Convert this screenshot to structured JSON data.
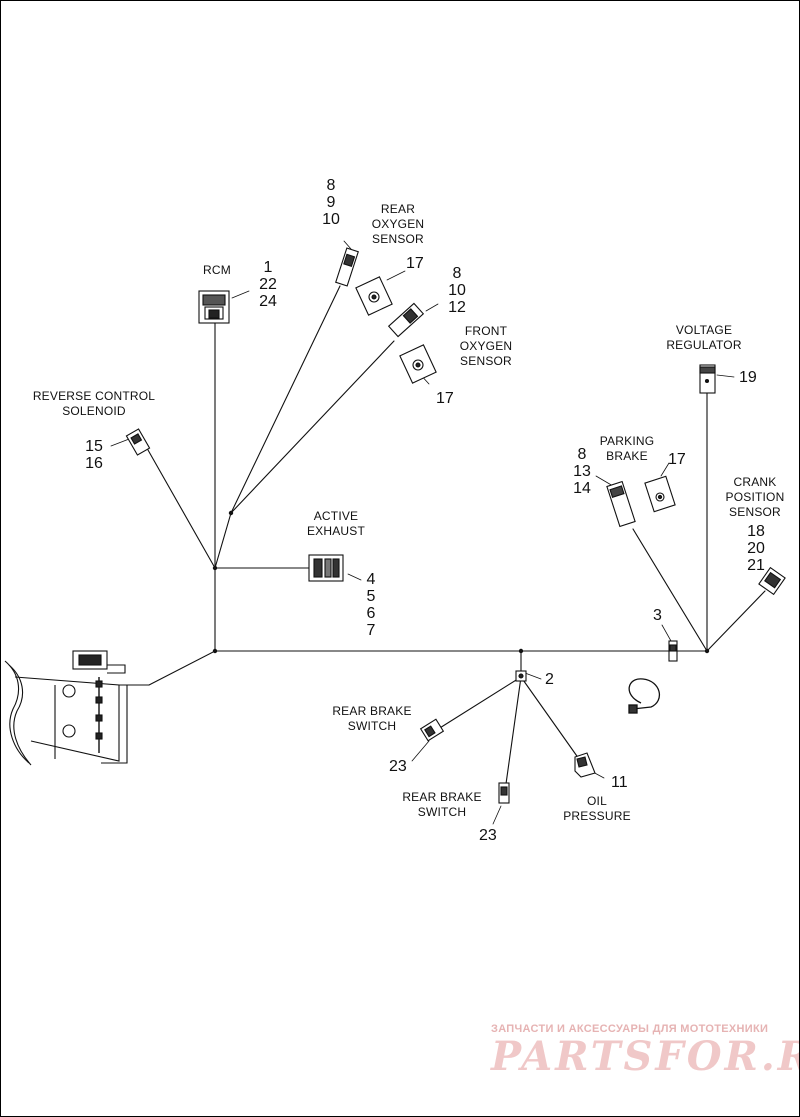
{
  "labels": {
    "rcm": "RCM",
    "rcm_nums": "1\n22\n24",
    "rear_oxygen_nums": "8\n9\n10",
    "rear_oxygen": "REAR\nOXYGEN\nSENSOR",
    "rear_oxygen_17": "17",
    "front_oxygen_nums": "8\n10\n12",
    "front_oxygen": "FRONT\nOXYGEN\nSENSOR",
    "front_oxygen_17": "17",
    "reverse_control": "REVERSE CONTROL\nSOLENOID",
    "reverse_nums": "15\n16",
    "active_exhaust": "ACTIVE\nEXHAUST",
    "active_exhaust_nums": "4\n5\n6\n7",
    "voltage_regulator": "VOLTAGE\nREGULATOR",
    "voltage_19": "19",
    "parking_brake": "PARKING\nBRAKE",
    "parking_nums": "8\n13\n14",
    "parking_17": "17",
    "crank_position": "CRANK\nPOSITION\nSENSOR",
    "crank_nums": "18\n20\n21",
    "callout_3": "3",
    "callout_2": "2",
    "rear_brake_1": "REAR BRAKE\nSWITCH",
    "rear_brake_1_num": "23",
    "rear_brake_2": "REAR BRAKE\nSWITCH",
    "rear_brake_2_num": "23",
    "oil_pressure": "OIL\nPRESSURE",
    "oil_num": "11"
  },
  "watermark": {
    "top": "ЗАПЧАСТИ И АКСЕССУАРЫ ДЛЯ МОТОТЕХНИКИ",
    "logo": "PARTSFOR.RU"
  }
}
